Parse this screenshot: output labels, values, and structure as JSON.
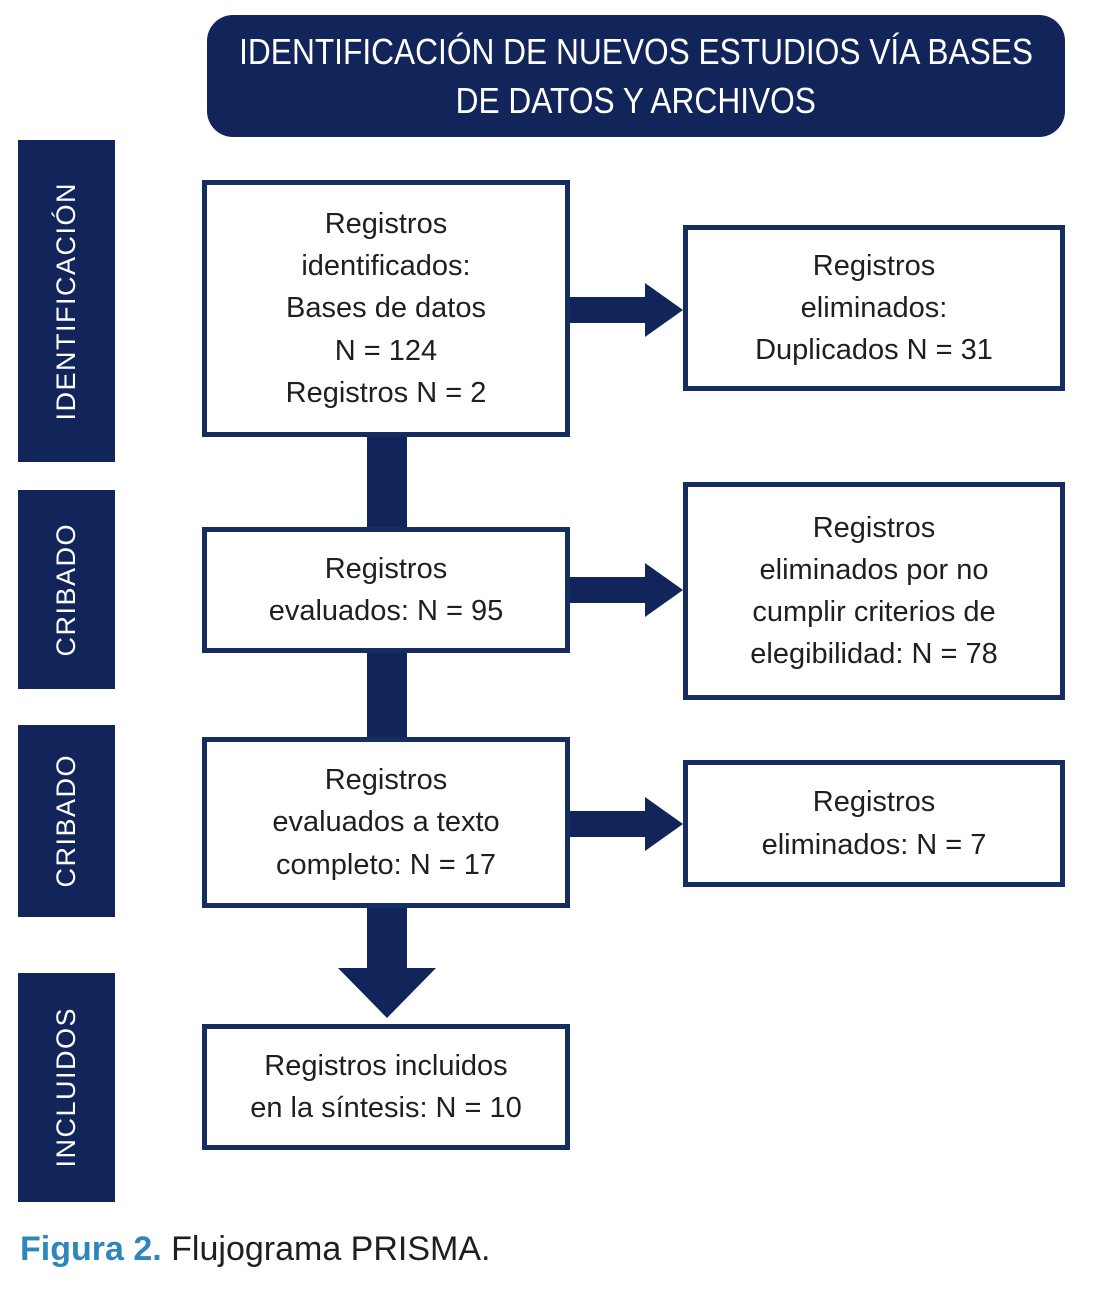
{
  "figure": {
    "header": {
      "title_lines": [
        "IDENTIFICACIÓN DE NUEVOS ESTUDIOS VÍA BASES",
        "DE DATOS Y ARCHIVOS"
      ]
    },
    "stages": [
      {
        "label": "IDENTIFICACIÓN"
      },
      {
        "label": "CRIBADO"
      },
      {
        "label": "CRIBADO"
      },
      {
        "label": "INCLUIDOS"
      }
    ],
    "flow_boxes": [
      {
        "lines": [
          "Registros",
          "identificados:",
          "Bases de datos",
          "N = 124",
          "Registros N = 2"
        ]
      },
      {
        "lines": [
          "Registros",
          "evaluados: N = 95"
        ]
      },
      {
        "lines": [
          "Registros",
          "evaluados a texto",
          "completo: N = 17"
        ]
      },
      {
        "lines": [
          "Registros incluidos",
          "en la síntesis: N = 10"
        ]
      }
    ],
    "exclusion_boxes": [
      {
        "lines": [
          "Registros",
          "eliminados:",
          "Duplicados N = 31"
        ]
      },
      {
        "lines": [
          "Registros",
          "eliminados por no",
          "cumplir criterios de",
          "elegibilidad: N = 78"
        ]
      },
      {
        "lines": [
          "Registros",
          "eliminados: N = 7"
        ]
      }
    ],
    "caption": {
      "label": "Figura 2.",
      "text": "Flujograma PRISMA."
    },
    "colors": {
      "navy": "#12255b",
      "box_border": "#162d60",
      "text": "#1f1f1f",
      "caption_accent": "#2e87bc"
    }
  }
}
